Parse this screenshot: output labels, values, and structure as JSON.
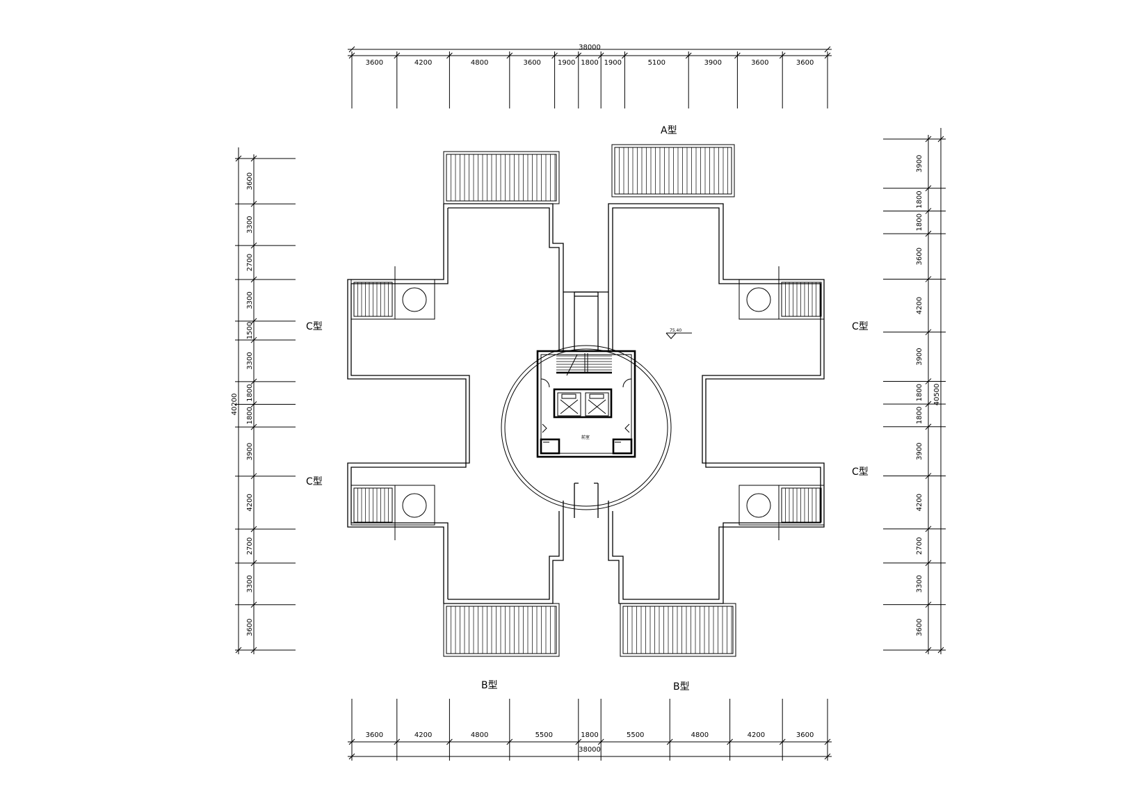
{
  "drawing": {
    "top_dims": {
      "overall": "38000",
      "segments": [
        "3600",
        "4200",
        "4800",
        "3600",
        "1900",
        "1800",
        "1900",
        "5100",
        "3900",
        "3600",
        "3600"
      ]
    },
    "bottom_dims": {
      "overall": "38000",
      "segments": [
        "3600",
        "4200",
        "4800",
        "5500",
        "1800",
        "5500",
        "4800",
        "4200",
        "3600"
      ]
    },
    "left_dims": {
      "overall": "40200",
      "segments": [
        "3600",
        "3300",
        "2700",
        "3300",
        "1500",
        "3300",
        "1800",
        "1800",
        "3900",
        "4200",
        "2700",
        "3300",
        "3600"
      ]
    },
    "right_dims": {
      "overall": "40500",
      "segments": [
        "3900",
        "1800",
        "1800",
        "3600",
        "4200",
        "3900",
        "1800",
        "1800",
        "3900",
        "4200",
        "2700",
        "3300",
        "3600"
      ]
    },
    "type_labels": {
      "top": "A型",
      "bottom_left": "B型",
      "bottom_right": "B型",
      "left_upper": "C型",
      "left_lower": "C型",
      "right_upper": "C型",
      "right_lower": "C型"
    },
    "elevation": "75.40",
    "core_label": "前室"
  }
}
